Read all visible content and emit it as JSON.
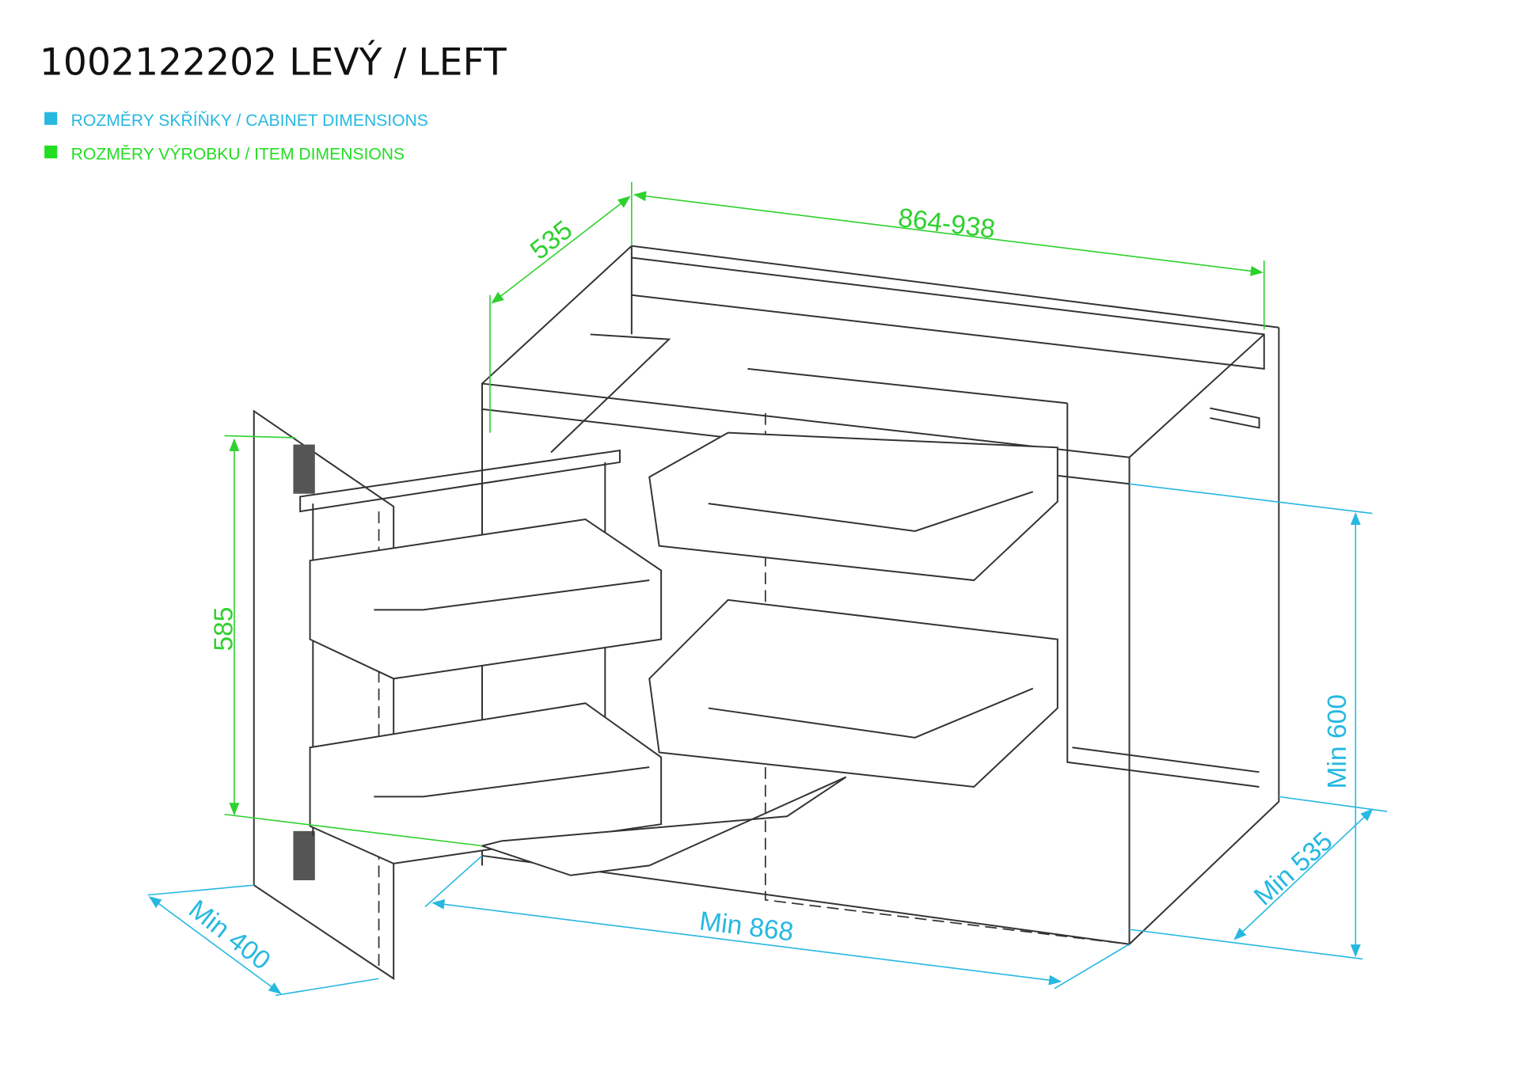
{
  "title": "1002122202 LEVÝ / LEFT",
  "legend": [
    {
      "label": "ROZMĚRY SKŘÍŇKY / CABINET DIMENSIONS",
      "color": "#27b8e0"
    },
    {
      "label": "ROZMĚRY VÝROBKU / ITEM DIMENSIONS",
      "color": "#22dd22"
    }
  ],
  "dimensions": {
    "item_width": "864-938",
    "item_depth": "535",
    "item_height": "585",
    "cabinet_width": "Min 868",
    "cabinet_door": "Min 400",
    "cabinet_depth": "Min 535",
    "cabinet_height": "Min 600"
  }
}
